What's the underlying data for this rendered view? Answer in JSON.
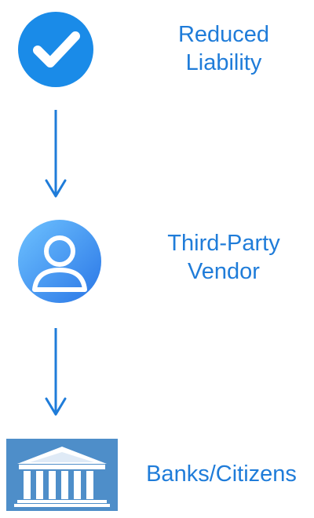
{
  "colors": {
    "label": "#1f7cd9",
    "arrow": "#1f7cd9",
    "check_bg": "#1a8be8",
    "person_bg_light": "#6ec2ff",
    "person_bg_dark": "#2a76e6",
    "bank_bg": "#4e8ec9"
  },
  "nodes": [
    {
      "label": "Reduced\nLiability",
      "icon": "checkmark-circle-icon"
    },
    {
      "label": "Third-Party\nVendor",
      "icon": "user-circle-icon"
    },
    {
      "label": "Banks/Citizens",
      "icon": "bank-building-icon"
    }
  ]
}
